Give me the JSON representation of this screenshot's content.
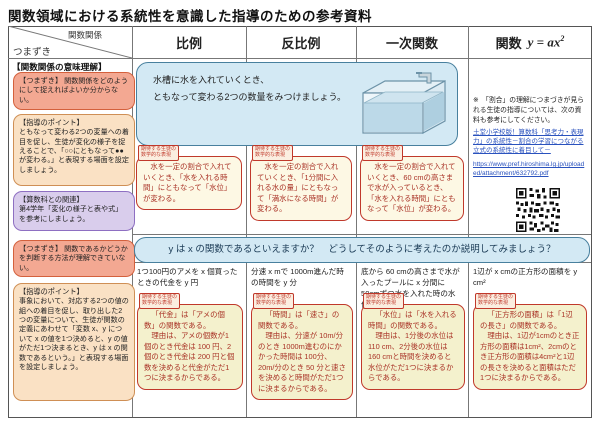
{
  "title": "関数領域における系統性を意識した指導のための参考資料",
  "header": {
    "corner_top": "関数関係",
    "corner_bottom": "つまずき",
    "col1": "比例",
    "col2": "反比例",
    "col3": "一次関数",
    "col4_label": "関数",
    "col4_formula_base": "y = ax",
    "col4_formula_exp": "2"
  },
  "sidebar": {
    "section_heading": "【関数関係の意味理解】",
    "boxes": [
      {
        "title": "【つまずき】",
        "body": "関数関係をどのようにして捉えればよいか分からない。"
      },
      {
        "title": "【指導のポイント】",
        "body": "ともなって変わる2つの変量への着目を促し、生徒が変化の様子を捉えることで、「○○にともなって●●が変わる。」と表現する場面を設定しましょう。"
      },
      {
        "title": "【算数科との関連】",
        "body": "第4学年「変化の様子と表や式」を参考にしましょう。"
      },
      {
        "title": "【つまずき】",
        "body": "関数であるかどうかを判断する方法が理解できていない。"
      },
      {
        "title": "【指導のポイント】",
        "body": "事象において、対応する2つの値の組への着目を促し、取り出した2つの変量について、生徒が関数の定義にあわせて「変数 x、y について x の値を1つ決めると、y の値がただ1つ決まるとき、y は x の関数であるという。」と表現する場面を設定しましょう。"
      }
    ]
  },
  "scenario": {
    "line1": "水槽に水を入れていくとき、",
    "line2": "ともなって変わる2つの数量をみつけましょう。"
  },
  "tag": {
    "line1": "期待する生徒の",
    "line2": "数学的な表現"
  },
  "expressions": [
    "水を一定の割合で入れていくとき、「水を入れる時間」にともなって「水位」が変わる。",
    "水を一定の割合で入れていくとき、「1分間に入れる水の量」にともなって「満水になる時間」が変わる。",
    "水を一定の割合で入れていくとき、60 cmの高さまで水が入っているとき、「水を入れる時間」にともなって「水位」が変わる。"
  ],
  "question": "y は x の関数であるといえますか？　どうしてそのように考えたのか説明してみましょう？",
  "problems": [
    "1つ100円のアメを x 個買ったときの代金を y 円",
    "分速 x mで 1000m進んだ時の時間を y 分",
    "底から 60 cmの高さまで水が入ったプールに x 分間に50cmずつ水を入れた時の水位を y cm",
    "1辺が x cmの正方形の面積を y cm²"
  ],
  "answers": [
    {
      "claim": "「代金」は「アメの個数」の関数である。",
      "reason": "理由は、アメの個数が1個のとき代金は 100 円、2個のとき代金は 200 円と個数を決めると代金がただ1つに決まるからである。"
    },
    {
      "claim": "「時間」は「速さ」の関数である。",
      "reason": "理由は、分速が 10m/分のとき 1000m進むのにかかった時間は 100分、20m/分のとき 50 分と速さを決めると時間がただ1つに決まるからである。"
    },
    {
      "claim": "「水位」は「水を入れる時間」の関数である。",
      "reason": "理由は、1分後の水位は 110 cm、2分後の水位は 160 cmと時間を決めると水位がただ1つに決まるからである。"
    },
    {
      "claim": "「正方形の面積」は「1辺の長さ」の関数である。",
      "reason": "理由は、1辺が1cmのとき正方形の面積は1cm²、2cmのとき正方形の面積は4cm²と1辺の長さを決めると面積はただ1つに決まるからである。"
    }
  ],
  "note": {
    "text": "※　「割合」の理解につまづきが見られる生徒の指導については、次の資料も参考にしてください。",
    "link_title": "土堂小学校版！算数科「思考力・表現力」の系統性－割合の学習につながる立式の系統性に着目して－",
    "link_url": "https://www.pref.hiroshima.lg.jp/uploaded/attachment/632792.pdf"
  },
  "colors": {
    "blue_box_bg": "#d3e9f4",
    "blue_box_border": "#48809e",
    "red_box_border": "#c0392b",
    "expression_box_bg": "#fdf8e4",
    "answer_box_bg": "#f4f1cd",
    "tsumazuki_bg": "#f3a892",
    "shidou_bg": "#fae1c4",
    "sansu_bg": "#d9cdec",
    "link_color": "#2a52be"
  }
}
